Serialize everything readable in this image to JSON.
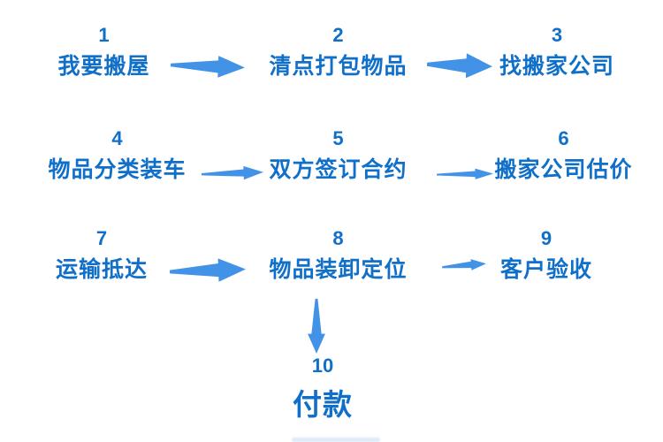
{
  "colors": {
    "text": "#1070C9",
    "arrow": "#4293E8",
    "background": "#ffffff"
  },
  "flow": {
    "type": "flowchart",
    "steps": [
      {
        "number": "1",
        "label": "我要搬屋"
      },
      {
        "number": "2",
        "label": "清点打包物品"
      },
      {
        "number": "3",
        "label": "找搬家公司"
      },
      {
        "number": "4",
        "label": "物品分类装车"
      },
      {
        "number": "5",
        "label": "双方签订合约"
      },
      {
        "number": "6",
        "label": "搬家公司估价"
      },
      {
        "number": "7",
        "label": "运输抵达"
      },
      {
        "number": "8",
        "label": "物品装卸定位"
      },
      {
        "number": "9",
        "label": "客户验收"
      },
      {
        "number": "10",
        "label": "付款"
      }
    ],
    "connections": [
      {
        "from": "1",
        "to": "2",
        "direction": "right"
      },
      {
        "from": "2",
        "to": "3",
        "direction": "right"
      },
      {
        "from": "4",
        "to": "5",
        "direction": "right"
      },
      {
        "from": "5",
        "to": "6",
        "direction": "right"
      },
      {
        "from": "7",
        "to": "8",
        "direction": "right"
      },
      {
        "from": "8",
        "to": "9",
        "direction": "right"
      },
      {
        "from": "8",
        "to": "10",
        "direction": "down"
      }
    ]
  }
}
